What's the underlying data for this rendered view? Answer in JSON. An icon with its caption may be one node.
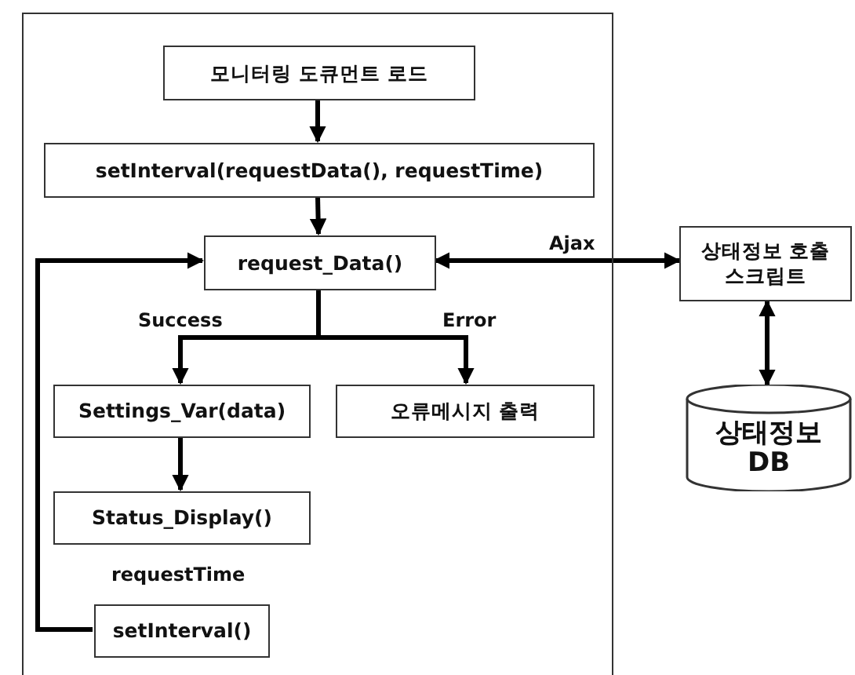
{
  "diagram": {
    "nodes": [
      {
        "text": [],
        "shape": "box"
      },
      {
        "text": [
          "모니터링 도큐먼트 로드"
        ],
        "in": 0
      },
      {
        "text": [
          "setInterval(requestData(), requestTime)"
        ],
        "in": 0
      },
      {
        "text": [
          "request_Data()"
        ],
        "in": 0
      },
      {
        "text": [
          "Settings_Var(data)"
        ],
        "in": 0
      },
      {
        "text": [
          "오류메시지 출력"
        ],
        "in": 0
      },
      {
        "text": [
          "Status_Display()"
        ],
        "in": 0
      },
      {
        "text": [
          "setInterval()"
        ],
        "in": 0,
        "beside": [
          "requestTime"
        ]
      },
      {
        "text": [
          "상태정보 호출 스크립트"
        ]
      },
      {
        "text": [
          "상태정보 DB"
        ]
      }
    ],
    "edges": [
      {
        "from": 1,
        "to": 2,
        "arrow": "to"
      },
      {
        "from": 2,
        "to": 3,
        "arrow": "to"
      },
      {
        "from": 3,
        "to": 4,
        "arrow": "to",
        "label": "Success"
      },
      {
        "from": 3,
        "to": 5,
        "arrow": "to",
        "label": "Error"
      },
      {
        "from": 4,
        "to": 6,
        "arrow": "to"
      },
      {
        "from": 7,
        "to": 3,
        "arrow": "to"
      },
      {
        "from": 3,
        "to": 8,
        "arrow": "both",
        "label": "Ajax"
      },
      {
        "from": 8,
        "to": 9,
        "arrow": "both"
      }
    ]
  }
}
